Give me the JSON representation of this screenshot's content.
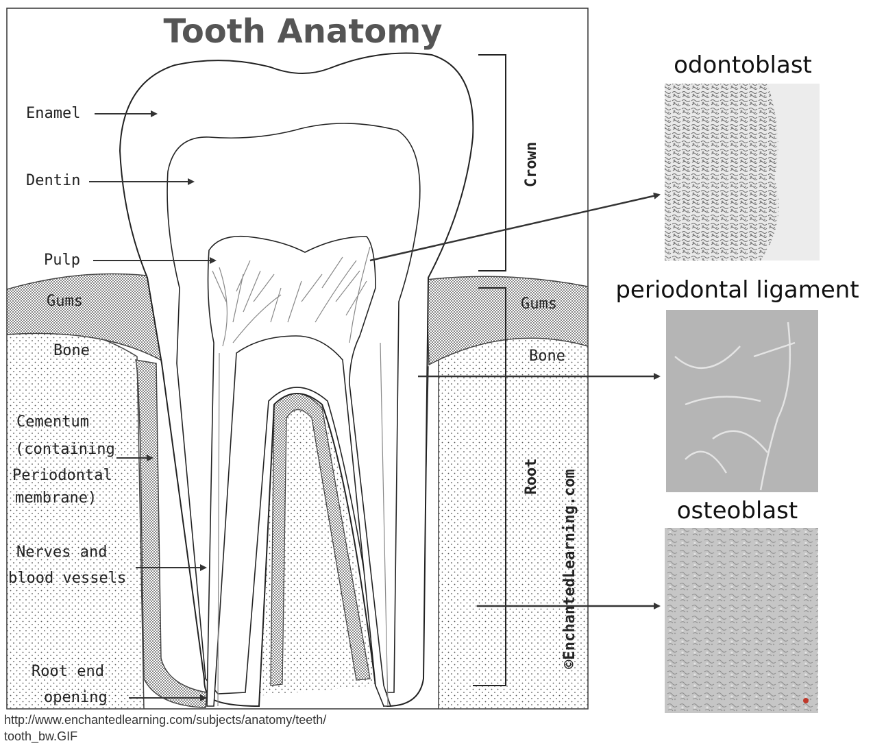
{
  "diagram": {
    "title": "Tooth Anatomy",
    "labels": {
      "enamel": "Enamel",
      "dentin": "Dentin",
      "pulp": "Pulp",
      "gums_left": "Gums",
      "gums_right": "Gums",
      "bone_left": "Bone",
      "bone_right": "Bone",
      "cementum_lines": [
        "Cementum",
        "(containing",
        "Periodontal",
        "membrane)"
      ],
      "nerves_lines": [
        "Nerves and",
        "blood vessels"
      ],
      "root_end_lines": [
        "Root end",
        "opening"
      ],
      "crown": "Crown",
      "root": "Root",
      "watermark": "©EnchantedLearning.com"
    },
    "source_url_lines": [
      "http://www.enchantedlearning.com/subjects/anatomy/teeth/",
      "tooth_bw.GIF"
    ]
  },
  "micrographs": [
    {
      "label": "odontoblast"
    },
    {
      "label": "periodontal ligament"
    },
    {
      "label": "osteoblast"
    }
  ]
}
